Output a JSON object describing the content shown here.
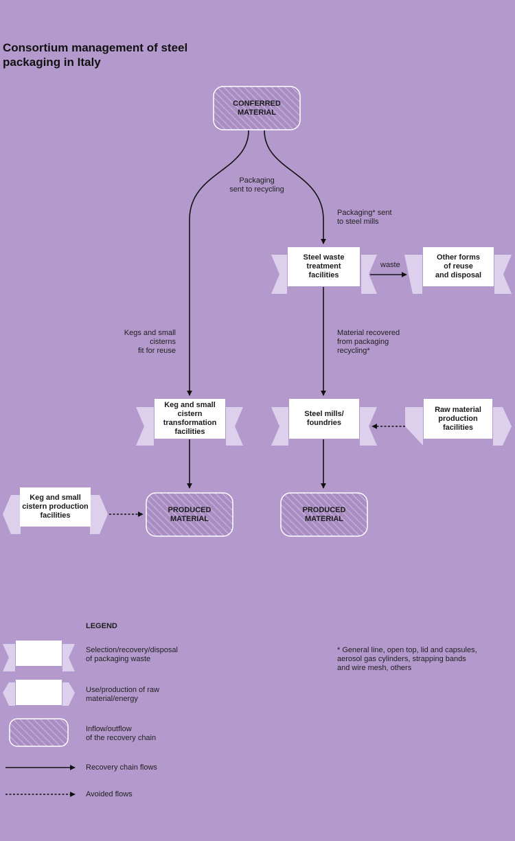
{
  "title": "Consortium management of steel\npackaging in Italy",
  "nodes": {
    "conferred": "CONFERRED\nMATERIAL",
    "steel_waste": "Steel waste\ntreatment\nfacilities",
    "other_forms": "Other forms\nof reuse\nand disposal",
    "keg_transform": "Keg and small\ncistern\ntransformation\nfacilities",
    "steel_mills": "Steel mills/\nfoundries",
    "raw_material": "Raw material\nproduction\nfacilities",
    "keg_production": "Keg and small\ncistern production\nfacilities",
    "produced_left": "PRODUCED\nMATERIAL",
    "produced_right": "PRODUCED\nMATERIAL"
  },
  "edge_labels": {
    "packaging_recycling": "Packaging\nsent to recycling",
    "packaging_steel_mills": "Packaging* sent\nto steel mills",
    "waste": "waste",
    "kegs_reuse": "Kegs and small\ncisterns\nfit for reuse",
    "material_recovered": "Material recovered\nfrom packaging\nrecycling*"
  },
  "legend": {
    "heading": "LEGEND",
    "selection": "Selection/recovery/disposal\nof packaging waste",
    "use_production": "Use/production of raw\nmaterial/energy",
    "inflow_outflow": "Inflow/outflow\nof the recovery chain",
    "recovery_flows": "Recovery chain flows",
    "avoided_flows": "Avoided flows"
  },
  "footnote": "* General line, open top, lid and capsules,\naerosol gas cylinders, strapping bands\nand wire mesh, others",
  "colors": {
    "background": "#b399cc",
    "ribbon": "#ddd0ec",
    "hatch_fill": "#a98dc3",
    "hatch_line": "#c8b6dc",
    "box": "#ffffff",
    "line": "#111111"
  }
}
